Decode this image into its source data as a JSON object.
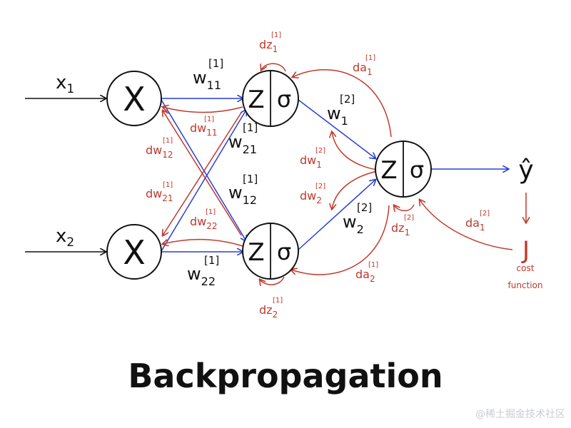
{
  "title": "Backpropagation",
  "watermark": "@稀土掘金技术社区",
  "colors": {
    "forward": "#2a3fd6",
    "backward": "#c0392b",
    "ink": "#111111"
  },
  "nodes": {
    "input1": {
      "symbol": "X"
    },
    "input2": {
      "symbol": "X"
    },
    "hidden1": {
      "left": "Z",
      "right": "σ"
    },
    "hidden2": {
      "left": "Z",
      "right": "σ"
    },
    "output": {
      "left": "Z",
      "right": "σ"
    }
  },
  "inputs": {
    "x1": {
      "base": "x",
      "sub": "1"
    },
    "x2": {
      "base": "x",
      "sub": "2"
    }
  },
  "weights": {
    "w11_1": {
      "base": "w",
      "sub": "11",
      "sup": "[1]"
    },
    "w21_1": {
      "base": "w",
      "sub": "21",
      "sup": "[1]"
    },
    "w12_1": {
      "base": "w",
      "sub": "12",
      "sup": "[1]"
    },
    "w22_1": {
      "base": "w",
      "sub": "22",
      "sup": "[1]"
    },
    "w1_2": {
      "base": "w",
      "sub": "1",
      "sup": "[2]"
    },
    "w2_2": {
      "base": "w",
      "sub": "2",
      "sup": "[2]"
    }
  },
  "gradients": {
    "dw11_1": {
      "base": "dw",
      "sub": "11",
      "sup": "[1]"
    },
    "dw12_1": {
      "base": "dw",
      "sub": "12",
      "sup": "[1]"
    },
    "dw21_1": {
      "base": "dw",
      "sub": "21",
      "sup": "[1]"
    },
    "dw22_1": {
      "base": "dw",
      "sub": "22",
      "sup": "[1]"
    },
    "dw1_2": {
      "base": "dw",
      "sub": "1",
      "sup": "[2]"
    },
    "dw2_2": {
      "base": "dw",
      "sub": "2",
      "sup": "[2]"
    },
    "dz1_1": {
      "base": "dz",
      "sub": "1",
      "sup": "[1]"
    },
    "dz2_1": {
      "base": "dz",
      "sub": "2",
      "sup": "[1]"
    },
    "dz1_2": {
      "base": "dz",
      "sub": "1",
      "sup": "[2]"
    },
    "da1_1": {
      "base": "da",
      "sub": "1",
      "sup": "[1]"
    },
    "da2_1": {
      "base": "da",
      "sub": "2",
      "sup": "[1]"
    },
    "da1_2": {
      "base": "da",
      "sub": "1",
      "sup": "[2]"
    }
  },
  "output": {
    "yhat": "ŷ",
    "cost_symbol": "J",
    "cost_line1": "cost",
    "cost_line2": "function"
  }
}
